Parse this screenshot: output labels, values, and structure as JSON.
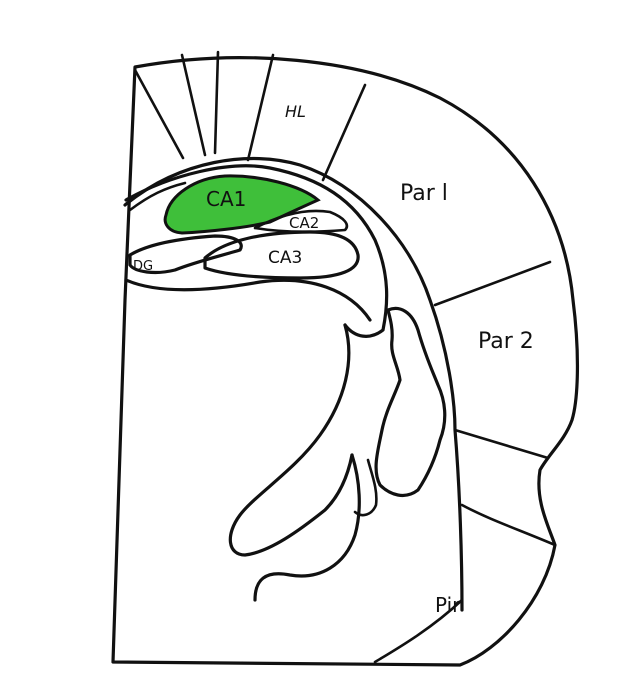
{
  "colors": {
    "highlight": "#3fbf3a",
    "ink": "#111111",
    "paper": "#ffffff"
  },
  "labels": {
    "hl": "HL",
    "par1": "Par l",
    "par2": "Par 2",
    "ca1": "CA1",
    "ca2": "CA2",
    "ca3": "CA3",
    "dg": "DG",
    "pir": "Pir"
  }
}
